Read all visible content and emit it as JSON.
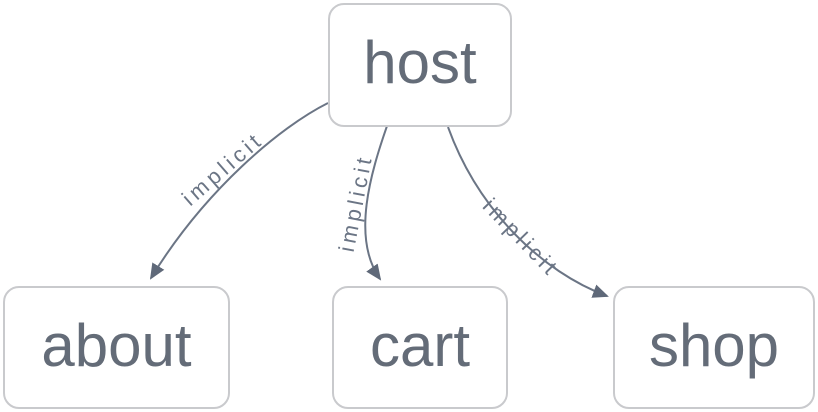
{
  "diagram": {
    "type": "graph",
    "nodes": [
      {
        "id": "host",
        "label": "host"
      },
      {
        "id": "about",
        "label": "about"
      },
      {
        "id": "cart",
        "label": "cart"
      },
      {
        "id": "shop",
        "label": "shop"
      }
    ],
    "edges": [
      {
        "from": "host",
        "to": "about",
        "label": "implicit"
      },
      {
        "from": "host",
        "to": "cart",
        "label": "implicit"
      },
      {
        "from": "host",
        "to": "shop",
        "label": "implicit"
      }
    ],
    "colors": {
      "canvas_bg": "#ffffff",
      "node_fill": "#ffffff",
      "node_border": "#c9cacd",
      "node_text": "#646c78",
      "edge": "#6b7585",
      "edge_label": "#6b7585",
      "arrow": "#5f6979"
    }
  }
}
